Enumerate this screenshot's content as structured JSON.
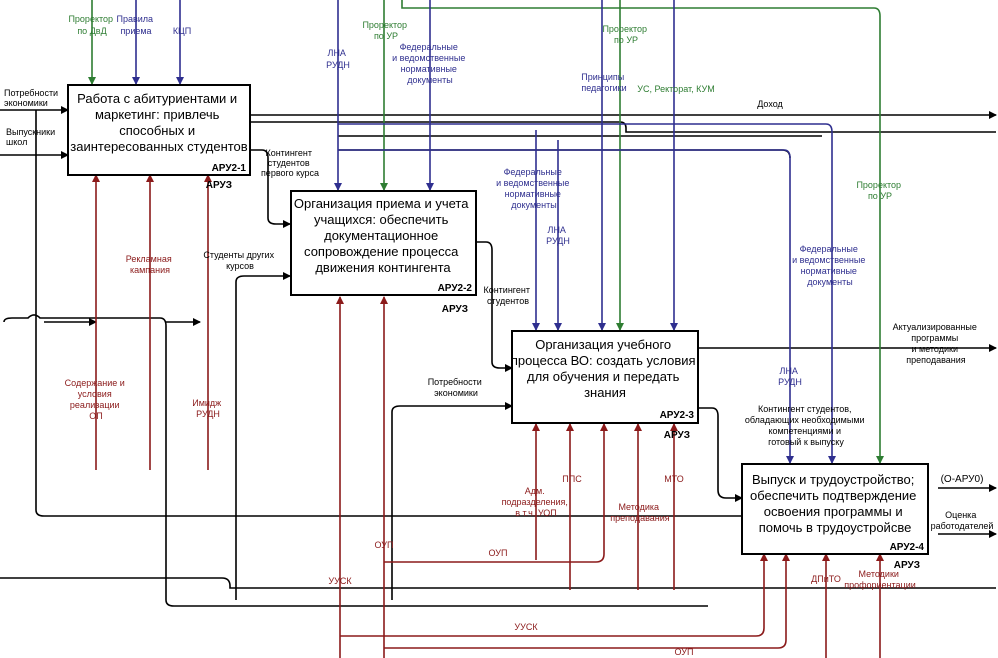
{
  "colors": {
    "flow": "#000000",
    "control_green": "#2e7d32",
    "control_blue": "#2f2f8f",
    "mechanism": "#8b1a1a"
  },
  "boxes": [
    {
      "id": "b1",
      "title_lines": [
        "Работа с абитуриентами и",
        "маркетинг: привлечь",
        "способных и",
        "заинтересованных студентов"
      ],
      "code": "АРУ2-1",
      "sub": "АРУЗ"
    },
    {
      "id": "b2",
      "title_lines": [
        "Организация приема и учета",
        "учащихся: обеспечить",
        "документационное",
        "сопровождение процесса",
        "движения контингента"
      ],
      "code": "АРУ2-2",
      "sub": "АРУЗ"
    },
    {
      "id": "b3",
      "title_lines": [
        "Организация учебного",
        "процесса ВО: создать условия",
        "для обучения и передать",
        "знания"
      ],
      "code": "АРУ2-3",
      "sub": "АРУЗ"
    },
    {
      "id": "b4",
      "title_lines": [
        "Выпуск и трудоустройство;",
        "обеспечить подтверждение",
        "освоения программы и",
        "помочь в трудоустройсве"
      ],
      "code": "АРУ2-4",
      "sub": "АРУЗ"
    }
  ],
  "labels": {
    "inputs": {
      "needs_economy": [
        "Потребности",
        "экономики"
      ],
      "school_graduates": [
        "Выпускники",
        "школ"
      ],
      "contingent_first": [
        "Контингент",
        "студентов",
        "первого курса"
      ],
      "students_other": [
        "Студенты других",
        "курсов"
      ],
      "contingent_students": [
        "Контингент",
        "студентов"
      ],
      "needs_economy_2": [
        "Потребности",
        "экономики"
      ],
      "graduating": [
        "Контингент студентов,",
        "обладающих необходимыми",
        "компетенциями и",
        "готовый к выпуску"
      ]
    },
    "outputs": {
      "income": "Доход",
      "updated_programs": [
        "Актуализированные",
        "программы",
        "и методики",
        "преподавания"
      ],
      "o_aru0": "(О-АРУ0)",
      "employer_rating": [
        "Оценка",
        "работодателей"
      ]
    },
    "controls_green": {
      "prorector_dvd": [
        "Проректор",
        "по ДвД"
      ],
      "prorector_ur_1": [
        "Проректор",
        "по УР"
      ],
      "prorector_ur_2": [
        "Проректор",
        "по УР"
      ],
      "us_rectorat": "УС, Ректорат, КУМ",
      "prorector_ur_3": [
        "Проректор",
        "по УР"
      ]
    },
    "controls_blue": {
      "admission_rules": [
        "Правила",
        "приема"
      ],
      "kcp": "КЦП",
      "lna_rudn_1": [
        "ЛНА",
        "РУДН"
      ],
      "fed_docs_1": [
        "Федеральные",
        "и ведомственные",
        "нормативные",
        "документы"
      ],
      "pedagogy": [
        "Принципы",
        "педагогики"
      ],
      "fed_docs_2": [
        "Федеральные",
        "и ведомственные",
        "нормативные",
        "документы"
      ],
      "lna_rudn_2": [
        "ЛНА",
        "РУДН"
      ],
      "fed_docs_3": [
        "Федеральные",
        "и ведомственные",
        "нормативные",
        "документы"
      ],
      "lna_rudn_3": [
        "ЛНА",
        "РУДН"
      ]
    },
    "mechanisms": {
      "ad_campaign": [
        "Рекламная",
        "кампания"
      ],
      "op_support": [
        "Содержание и",
        "условия",
        "реализации",
        "ОП"
      ],
      "image_rudn": [
        "Имидж",
        "РУДН"
      ],
      "adm_units": [
        "Адм.",
        "подразделения,",
        "в т.ч. УОП"
      ],
      "pps": "ППС",
      "teaching_methods": [
        "Методика",
        "преподавания"
      ],
      "mto": "МТО",
      "oup_1": "ОУП",
      "oup_2": "ОУП",
      "uusk_1": "УУСК",
      "uusk_2": "УУСК",
      "oup_3": "ОУП",
      "dpito": "ДПиТО",
      "career_methods": [
        "Методики",
        "профориентации"
      ]
    }
  }
}
